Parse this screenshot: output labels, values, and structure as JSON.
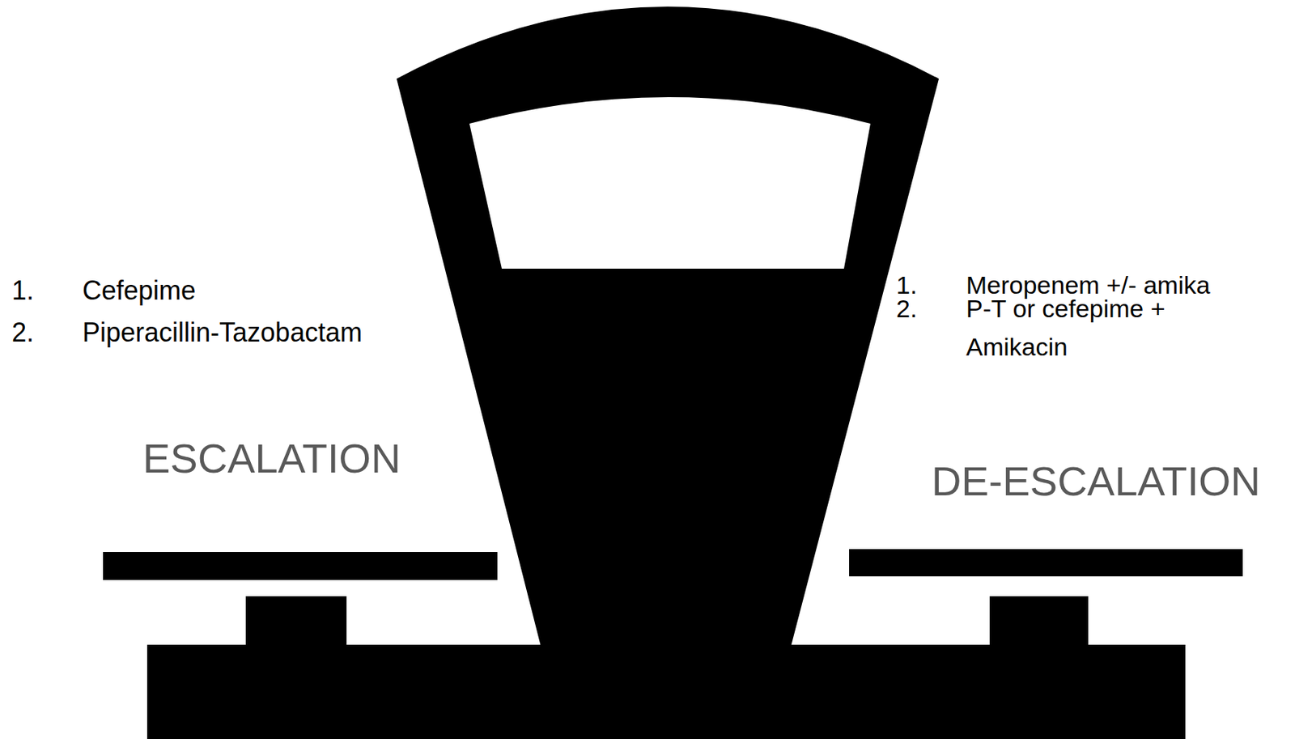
{
  "diagram": {
    "labels": [
      "1.",
      "Cefepime",
      "2.",
      "Piperacillin-Tazobactam",
      "ESCALATION",
      "1.",
      "Meropenem +/- amika",
      "2.",
      "P-T or cefepime + Amikacin",
      "DE-ESCALATION"
    ]
  }
}
